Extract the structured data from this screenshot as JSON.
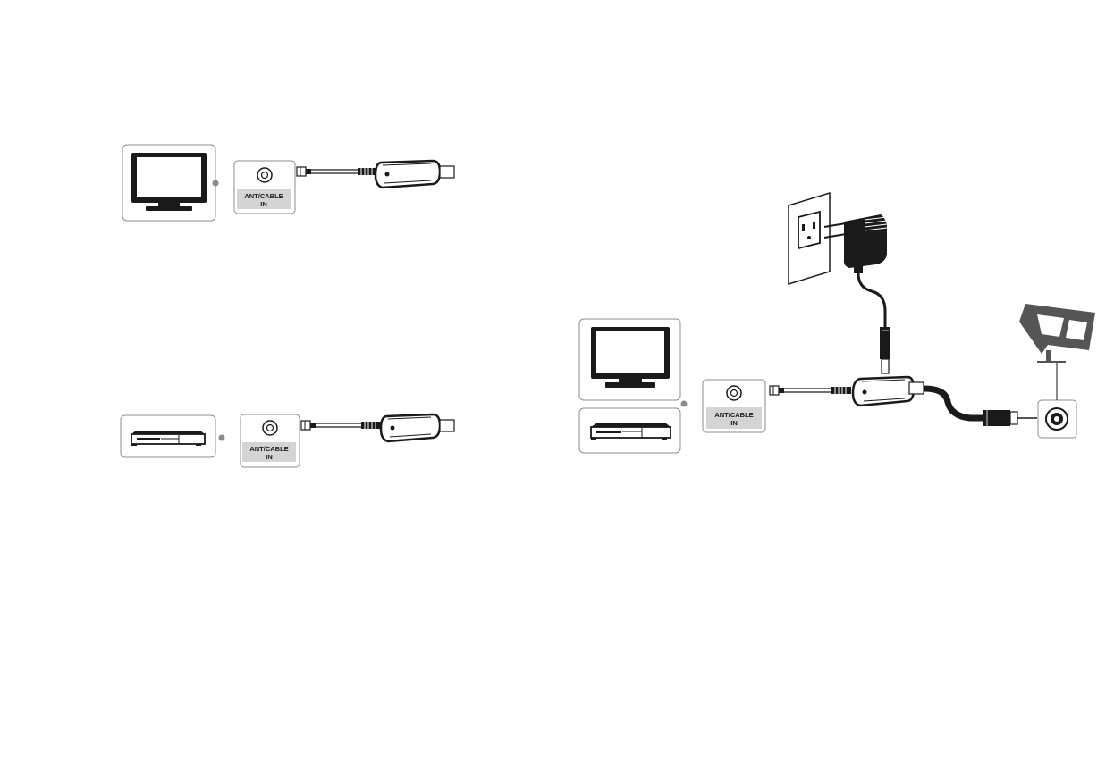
{
  "port_label": {
    "line1": "ANT/CABLE",
    "line2": "IN"
  },
  "panels": [
    {
      "id": "tv-to-amplifier",
      "devices": [
        "tv-icon"
      ],
      "components": [
        "ant-cable-in-port",
        "coaxial-cable",
        "amplifier-unit"
      ]
    },
    {
      "id": "box-to-amplifier",
      "devices": [
        "set-top-box-icon"
      ],
      "components": [
        "ant-cable-in-port",
        "coaxial-cable",
        "amplifier-unit"
      ]
    },
    {
      "id": "full-setup",
      "devices": [
        "tv-icon",
        "set-top-box-icon"
      ],
      "components": [
        "ant-cable-in-port",
        "coaxial-cable",
        "amplifier-unit",
        "power-adapter",
        "wall-outlet",
        "indoor-antenna",
        "antenna-coax-jack"
      ]
    }
  ],
  "colors": {
    "ink": "#1a1a1a",
    "frame": "#8c8c8c",
    "label_bg": "#d4d4d4",
    "dot": "#8a8a8a",
    "antenna": "#555555"
  }
}
